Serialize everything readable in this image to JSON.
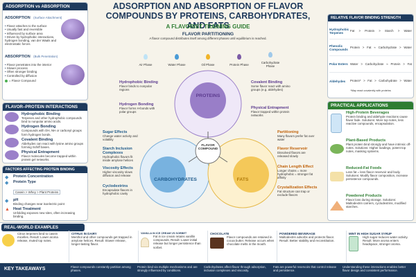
{
  "header": {
    "title": "ADSORPTION AND ABSORPTION OF FLAVOR COMPOUNDS BY PROTEINS, CARBOHYDRATES, AND FATS",
    "subtitle": "A FLAVORIST TRAINING GUIDE"
  },
  "ads_vs_abs": {
    "title": "ADSORPTION vs ABSORPTION",
    "adsorption": {
      "name": "ADSORPTION",
      "tag": "(Surface Attachment)",
      "bullets": [
        "Flavor attaches to the surface",
        "Usually fast and reversible",
        "Influenced by surface area",
        "Driven by hydrophobic interactions, hydrogen bonding, van der Waals and electrostatic forces"
      ]
    },
    "absorption": {
      "name": "ABSORPTION",
      "tag": "(Bulk Penetration)",
      "bullets": [
        "Flavor penetrates into the interior",
        "Slower process",
        "Often stronger binding",
        "Controlled by diffusion"
      ],
      "legend": "= Flavor Compound"
    }
  },
  "fpi": {
    "title": "FLAVOR–PROTEIN INTERACTIONS",
    "items": [
      {
        "t": "Hydrophobic Binding",
        "d": "Terpenes and other hydrophobic compounds bind to nonpolar amino acids."
      },
      {
        "t": "Hydrogen Bonding",
        "d": "Compounds with OH, NH or carbonyl groups form hydrogen bonds."
      },
      {
        "t": "Covalent Binding",
        "d": "Aldehydes can react with lysine amino groups forming Schiff bases."
      },
      {
        "t": "Physical Entrapment",
        "d": "Flavor molecules become trapped within protein gel networks."
      }
    ]
  },
  "factors": {
    "title": "FACTORS AFFECTING PROTEIN BINDING",
    "items": [
      {
        "t": "Protein Concentration",
        "d": ""
      },
      {
        "t": "Protein Type",
        "d": "Casein > Whey > Plant Proteins"
      },
      {
        "t": "pH",
        "d": "Binding changes near isoelectric point"
      },
      {
        "t": "Heat Treatment",
        "d": "Unfolding exposes new sites, often increasing binding."
      }
    ]
  },
  "partition": {
    "title": "FLAVOR PARTITIONING",
    "text": "A flavor compound distributes itself among different phases until equilibrium is reached.",
    "phases": [
      "Air Phase",
      "Water Phase",
      "Oil Phase",
      "Protein Phase",
      "Carbohydrate Phase"
    ]
  },
  "center": {
    "label": "FLAVOR COMPOUND"
  },
  "proteins": {
    "label": "PROTEINS",
    "callouts": [
      {
        "t": "Hydrophobic Binding",
        "d": "Flavor binds to nonpolar regions"
      },
      {
        "t": "Hydrogen Bonding",
        "d": "Flavor forms H-bonds with polar groups"
      },
      {
        "t": "Covalent Binding",
        "d": "Some flavor react with amino groups (e.g. aldehydes)"
      },
      {
        "t": "Physical Entrapment",
        "d": "Flavor trapped within protein networks"
      }
    ]
  },
  "carbs": {
    "label": "CARBOHYDRATES",
    "callouts": [
      {
        "t": "Sugar Effects",
        "d": "Change water activity and volatility"
      },
      {
        "t": "Starch Inclusion Complexes",
        "d": "Hydrophobic flavors fit inside amylose helices"
      },
      {
        "t": "Viscosity Effects",
        "d": "Higher viscosity slows diffusion and release"
      },
      {
        "t": "Cyclodextrins",
        "d": "Encapsulate flavors in hydrophobic cavity"
      }
    ]
  },
  "fats": {
    "label": "FATS",
    "callouts": [
      {
        "t": "Partitioning",
        "d": "Many flavors prefer fat over water"
      },
      {
        "t": "Flavor Reservoir",
        "d": "Dissolved flavors are released slowly"
      },
      {
        "t": "Chain Length Effect",
        "d": "Longer chains = more hydrophobic = stronger fat affinity"
      },
      {
        "t": "Crystallization Effects",
        "d": "Fat structure can trap or exclude flavors"
      }
    ]
  },
  "strength": {
    "title": "RELATIVE FLAVOR BINDING STRENGTH",
    "cols": [
      "Fat",
      "Protein",
      "Starch",
      "Water"
    ],
    "rows": [
      {
        "name": "Hydrophobic Terpenes",
        "cols": [
          "Fat",
          "Protein",
          "Starch",
          "Water"
        ],
        "ops": [
          ">",
          ">",
          ">"
        ]
      },
      {
        "name": "Phenolic Compounds",
        "cols": [
          "Protein",
          "Fat",
          "Carbohydrate",
          "Water"
        ],
        "ops": [
          ">",
          "≈",
          ">"
        ]
      },
      {
        "name": "Polar Esters",
        "cols": [
          "Water",
          "Carbohydrate",
          "Protein",
          "Fat"
        ],
        "ops": [
          ">",
          "≈",
          ">"
        ]
      },
      {
        "name": "Aldehydes",
        "cols": [
          "Protein*",
          "Fat",
          "Carbohydrate",
          "Water"
        ],
        "ops": [
          ">",
          ">",
          ">"
        ]
      }
    ],
    "note": "*May react covalently with proteins"
  },
  "practical": {
    "title": "PRACTICAL APPLICATIONS",
    "items": [
      {
        "t": "High-Protein Beverages",
        "d": "Protein binding and aldehyde reactions cause flavor fade. Solutions: More top notes, less reactive compounds, encapsulation."
      },
      {
        "t": "Plant-Based Products",
        "d": "Plant protein bind strongly and have intrinsic off-notes. Solutions: Higher loadings, potent top notes, masking systems."
      },
      {
        "t": "Reduced-Fat Foods",
        "d": "Less fat = less flavor reservoir and body. Solutions: Modify flavor composition, increase persistence compounds."
      },
      {
        "t": "Powdered Products",
        "d": "Flavor loss during storage. Solutions: Maltodextrin carriers, cyclodextrins, modified starches."
      }
    ]
  },
  "realworld": {
    "title": "REAL-WORLD EXAMPLES",
    "items": [
      {
        "h": "",
        "d": "Citrus terpenes bind to casein micelles. Result: Lower aroma release, muted top notes."
      },
      {
        "h": "Citrus in Dairy",
        "d": "Menthol and other compounds get trapped in amylose helices. Result: Slower release, longer-lasting flavor."
      },
      {
        "h": "Vanilla in Ice Cream vs Sorbet",
        "d": "Fat in ice cream retains vanillin compounds. Result: Lower initial release but longer persistence than sorbet."
      },
      {
        "h": "Chocolate",
        "d": "Flavor compounds are retained in cocoa butter. Release occurs when chocolate melts in the mouth."
      },
      {
        "h": "Powdered Beverage",
        "d": "Maltodextrin adsorbs and protects flavor. Result: Better stability and reconstitution."
      },
      {
        "h": "Mint in High Sugar Syrup",
        "d": "High sugar reduces water activity. Result: More aroma enters headspace, stronger aroma."
      }
    ]
  },
  "takeaways": {
    "title": "KEY TAKEAWAYS",
    "items": [
      "Flavor compounds constantly partition among phases.",
      "Protein bind via multiple mechanisms and are strongly influenced by conditions.",
      "Carbohydrates affect flavor through adsorption, inclusion complexes and viscosity.",
      "Fats are powerful reservoirs that control release and persistence.",
      "Understanding these interactions enables better flavor design and consistent performance."
    ]
  },
  "colors": {
    "navy": "#1e3a5c",
    "green": "#2e7d32",
    "protein": "#7b5aa6",
    "carb": "#4a90c2",
    "fat": "#f0b429",
    "flavor": "#4caf50"
  }
}
